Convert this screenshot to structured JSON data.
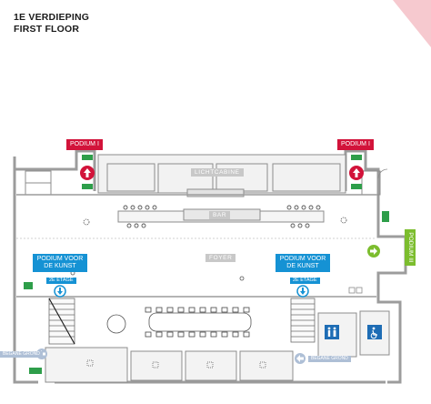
{
  "heading": {
    "line1": "1E VERDIEPING",
    "line2": "FIRST FLOOR"
  },
  "labels": {
    "podium_left": "PODIUM I",
    "podium_right": "PODIUM I",
    "podium_iii": "PODIUM III",
    "podium_kunst_left_1": "PODIUM VOOR",
    "podium_kunst_left_2": "DE KUNST",
    "podium_kunst_right_1": "PODIUM VOOR",
    "podium_kunst_right_2": "DE KUNST",
    "etage_left": "2E ETAGE",
    "etage_right": "2E ETAGE",
    "lichtcabine": "LICHTCABINE",
    "bar": "BAR",
    "foyer": "FOYER",
    "begane_grond_left": "BEGANE GROND",
    "begane_grond_right": "BEGANE GROND"
  },
  "colors": {
    "podium_red": "#d2133a",
    "kunst_blue": "#1592d4",
    "podium_iii_green": "#7cbd2e",
    "exit_green": "#2e9e4a",
    "accent_pink": "#f6c9cf",
    "wall_gray": "#9a9a9a",
    "room_fill": "#efefef",
    "toilet_blue": "#1e6db5"
  },
  "icons": {
    "up_arrow_red": "up-arrow-circle",
    "down_arrow_blue": "down-arrow-circle",
    "right_arrow_green": "right-arrow-circle",
    "left_arrow_gray": "left-arrow-circle",
    "toilet": "toilet-icon",
    "accessible_toilet": "accessible-toilet-icon",
    "emergency_exit": "emergency-exit-icon"
  }
}
